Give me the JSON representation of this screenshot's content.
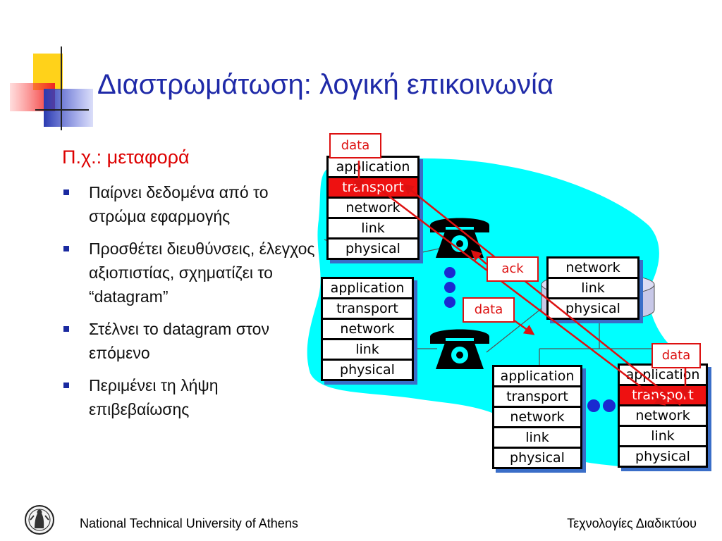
{
  "slide": {
    "title": "Διαστρωμάτωση: λογική επικοινωνία",
    "subheading": "Π.χ.: μεταφορά",
    "bullets": [
      "Παίρνει δεδομένα από το στρώμα εφαρμογής",
      "Προσθέτει διευθύνσεις, έλεγχος αξιοπιστίας, σχηματίζει το “datagram”",
      "Στέλνει το datagram στον επόμενο",
      "Περιμένει τη λήψη επιβεβαίωσης"
    ]
  },
  "diagram": {
    "stack_top_left": [
      "application",
      "transport",
      "network",
      "link",
      "physical"
    ],
    "stack_mid_left": [
      "application",
      "transport",
      "network",
      "link",
      "physical"
    ],
    "stack_router": [
      "network",
      "link",
      "physical"
    ],
    "stack_bottom_mid": [
      "application",
      "transport",
      "network",
      "link",
      "physical"
    ],
    "stack_bottom_right": [
      "application",
      "transport",
      "network",
      "link",
      "physical"
    ],
    "labels": {
      "data_top": "data",
      "ack": "ack",
      "data_mid": "data",
      "data_right": "data"
    }
  },
  "footer": {
    "left": "National Technical University of Athens",
    "right": "Τεχνολογίες Διαδικτύου"
  },
  "colors": {
    "title": "#1f2aa8",
    "accent_red": "#dd1111",
    "network_cloud": "#00ffff",
    "bullet": "#1a2aa0"
  }
}
